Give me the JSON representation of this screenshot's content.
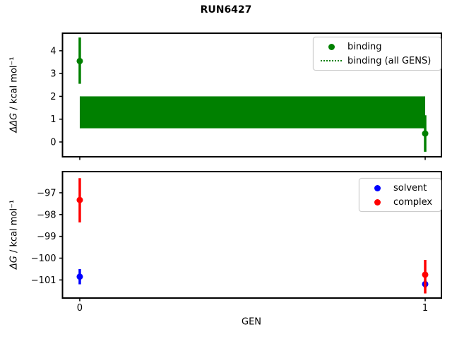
{
  "title": "RUN6427",
  "xlabel": "GEN",
  "colors": {
    "binding": "#008000",
    "solvent": "#0000ff",
    "complex": "#ff0000",
    "axis": "#000000",
    "background": "#ffffff",
    "legend_border": "#cccccc"
  },
  "chart_data": [
    {
      "type": "scatter",
      "panel": "ddG-binding",
      "ylabel_math": "ΔΔG",
      "ylabel_rest": " / kcal mol⁻¹",
      "xlim": [
        -0.05,
        1.047
      ],
      "ylim": [
        -0.65,
        4.77
      ],
      "grid": false,
      "yticks": {
        "values": [
          0,
          1,
          2,
          3,
          4
        ],
        "labels": [
          "0",
          "1",
          "2",
          "3",
          "4"
        ]
      },
      "xticks": {
        "values": [
          0,
          1
        ],
        "labels": null
      },
      "band": {
        "label": "binding (all GENS)",
        "color": "#008000",
        "x": [
          0,
          1
        ],
        "y_low": 0.6,
        "y_high": 2.0
      },
      "series": [
        {
          "name": "binding",
          "color": "#008000",
          "marker": "circle",
          "x": [
            0,
            1
          ],
          "y": [
            3.55,
            0.37
          ],
          "err_low": [
            2.55,
            -0.43
          ],
          "err_high": [
            4.58,
            1.17
          ]
        }
      ],
      "legend": [
        {
          "label": "binding",
          "color": "#008000",
          "swatch": "dot"
        },
        {
          "label": "binding (all GENS)",
          "color": "#008000",
          "swatch": "dotted-line"
        }
      ],
      "legend_position": "upper right"
    },
    {
      "type": "scatter",
      "panel": "dG-solvent-complex",
      "ylabel_math": "ΔG",
      "ylabel_rest": " / kcal mol⁻¹",
      "xlabel": "GEN",
      "xlim": [
        -0.05,
        1.047
      ],
      "ylim": [
        -101.83,
        -96.03
      ],
      "grid": false,
      "yticks": {
        "values": [
          -97,
          -98,
          -99,
          -100,
          -101
        ],
        "labels": [
          "−97",
          "−98",
          "−99",
          "−100",
          "−101"
        ]
      },
      "xticks": {
        "values": [
          0,
          1
        ],
        "labels": [
          "0",
          "1"
        ]
      },
      "series": [
        {
          "name": "solvent",
          "color": "#0000ff",
          "marker": "circle",
          "x": [
            0,
            1
          ],
          "y": [
            -100.85,
            -101.19
          ],
          "err_low": [
            -101.2,
            -101.37
          ],
          "err_high": [
            -100.5,
            -101.01
          ]
        },
        {
          "name": "complex",
          "color": "#ff0000",
          "marker": "circle",
          "x": [
            0,
            1
          ],
          "y": [
            -97.33,
            -100.76
          ],
          "err_low": [
            -98.36,
            -101.62
          ],
          "err_high": [
            -96.33,
            -100.08
          ]
        }
      ],
      "legend": [
        {
          "label": "solvent",
          "color": "#0000ff",
          "swatch": "dot"
        },
        {
          "label": "complex",
          "color": "#ff0000",
          "swatch": "dot"
        }
      ],
      "legend_position": "upper right"
    }
  ]
}
